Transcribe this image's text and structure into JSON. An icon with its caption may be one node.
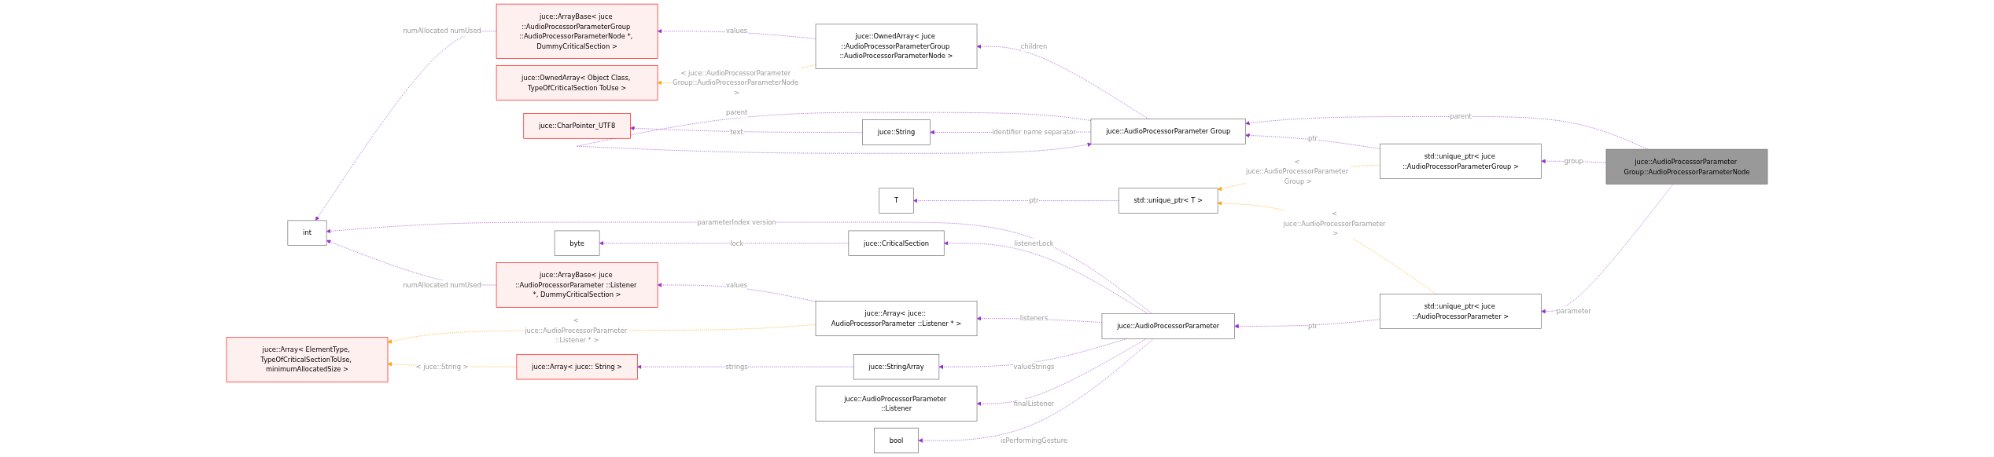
{
  "diagram": {
    "nodes": [
      {
        "text": [
          "int"
        ]
      },
      {
        "text": [
          "juce::Array< ElementType, TypeOfCriticalSectionToUse, minimumAllocatedSize >"
        ]
      },
      {
        "text": [
          "juce::ArrayBase< juce ::AudioProcessorParameterGroup ::AudioProcessorParameterNode *, DummyCriticalSection >"
        ]
      },
      {
        "text": [
          "juce::OwnedArray< Object Class, TypeOfCriticalSection ToUse >"
        ]
      },
      {
        "text": [
          "juce::CharPointer_UTF8"
        ]
      },
      {
        "text": [
          "T"
        ]
      },
      {
        "text": [
          "byte"
        ]
      },
      {
        "text": [
          "juce::ArrayBase< juce ::AudioProcessorParameter ::Listener *, DummyCriticalSection >"
        ]
      },
      {
        "text": [
          "juce::Array< juce:: String >"
        ]
      },
      {
        "text": [
          "juce::OwnedArray< juce ::AudioProcessorParameterGroup ::AudioProcessorParameterNode >"
        ]
      },
      {
        "text": [
          "juce::String"
        ]
      },
      {
        "text": [
          "juce::CriticalSection"
        ]
      },
      {
        "text": [
          "juce::Array< juce:: AudioProcessorParameter ::Listener * >"
        ]
      },
      {
        "text": [
          "juce::StringArray"
        ]
      },
      {
        "text": [
          "juce::AudioProcessorParameter ::Listener"
        ]
      },
      {
        "text": [
          "bool"
        ]
      },
      {
        "text": [
          "juce::AudioProcessorParameter Group"
        ]
      },
      {
        "text": [
          "std::unique_ptr< T >"
        ]
      },
      {
        "text": [
          "juce::AudioProcessorParameter"
        ]
      },
      {
        "text": [
          "std::unique_ptr< juce ::AudioProcessorParameterGroup >"
        ]
      },
      {
        "text": [
          "std::unique_ptr< juce ::AudioProcessorParameter >"
        ]
      },
      {
        "text": [
          "juce::AudioProcessorParameter Group::AudioProcessorParameterNode"
        ]
      }
    ],
    "edges": [
      {
        "from": 2,
        "to": 0,
        "arrow": "to",
        "label": "numAllocated numUsed",
        "style": "dashed"
      },
      {
        "from": 9,
        "to": 2,
        "arrow": "to",
        "label": "values",
        "style": "dashed"
      },
      {
        "from": 9,
        "to": 3,
        "arrow": "to",
        "label": "< juce::AudioProcessorParameter Group::AudioProcessorParameterNode >",
        "style": "dashed",
        "color": "#ffa500"
      },
      {
        "from": 10,
        "to": 4,
        "arrow": "to",
        "label": "text",
        "style": "dashed"
      },
      {
        "from": 16,
        "to": 9,
        "arrow": "to",
        "label": "children",
        "style": "dashed"
      },
      {
        "from": 16,
        "to": 16,
        "arrow": "to",
        "label": "parent",
        "style": "dashed"
      },
      {
        "from": 16,
        "to": 10,
        "arrow": "to",
        "label": "identifier name separator",
        "style": "dashed"
      },
      {
        "from": 17,
        "to": 5,
        "arrow": "to",
        "label": "ptr",
        "style": "dashed"
      },
      {
        "from": 18,
        "to": 0,
        "arrow": "to",
        "label": "parameterIndex version",
        "style": "dashed"
      },
      {
        "from": 11,
        "to": 6,
        "arrow": "to",
        "label": "lock",
        "style": "dashed"
      },
      {
        "from": 7,
        "to": 0,
        "arrow": "to",
        "label": "numAllocated numUsed",
        "style": "dashed"
      },
      {
        "from": 12,
        "to": 7,
        "arrow": "to",
        "label": "values",
        "style": "dashed"
      },
      {
        "from": 12,
        "to": 1,
        "arrow": "to",
        "label": "< juce::AudioProcessorParameter ::Listener * >",
        "style": "dashed",
        "color": "#ffa500"
      },
      {
        "from": 8,
        "to": 1,
        "arrow": "to",
        "label": "< juce::String >",
        "style": "dashed",
        "color": "#ffa500"
      },
      {
        "from": 13,
        "to": 8,
        "arrow": "to",
        "label": "strings",
        "style": "dashed"
      },
      {
        "from": 18,
        "to": 11,
        "arrow": "to",
        "label": "listenerLock",
        "style": "dashed"
      },
      {
        "from": 18,
        "to": 12,
        "arrow": "to",
        "label": "listeners",
        "style": "dashed"
      },
      {
        "from": 18,
        "to": 13,
        "arrow": "to",
        "label": "valueStrings",
        "style": "dashed"
      },
      {
        "from": 18,
        "to": 14,
        "arrow": "to",
        "label": "finalListener",
        "style": "dashed"
      },
      {
        "from": 18,
        "to": 15,
        "arrow": "to",
        "label": "isPerformingGesture",
        "style": "dashed"
      },
      {
        "from": 19,
        "to": 16,
        "arrow": "to",
        "label": "ptr",
        "style": "dashed"
      },
      {
        "from": 19,
        "to": 17,
        "arrow": "to",
        "label": "< juce::AudioProcessorParameter Group >",
        "style": "dashed",
        "color": "#ffa500"
      },
      {
        "from": 20,
        "to": 17,
        "arrow": "to",
        "label": "< juce::AudioProcessorParameter >",
        "style": "dashed",
        "color": "#ffa500"
      },
      {
        "from": 20,
        "to": 18,
        "arrow": "to",
        "label": "ptr",
        "style": "dashed"
      },
      {
        "from": 21,
        "to": 16,
        "arrow": "to",
        "label": "parent",
        "style": "dashed"
      },
      {
        "from": 21,
        "to": 19,
        "arrow": "to",
        "label": "group",
        "style": "dashed"
      },
      {
        "from": 21,
        "to": 20,
        "arrow": "to",
        "label": "parameter",
        "style": "dashed"
      }
    ]
  }
}
